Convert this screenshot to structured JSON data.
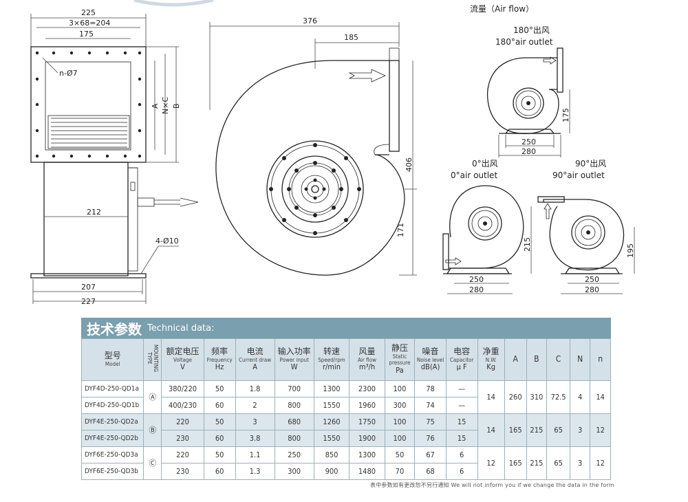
{
  "drawing": {
    "airflow_label": "流量（Air flow）",
    "dims_front": {
      "w225": "225",
      "w3x68": "3×68=204",
      "w175": "175",
      "hole": "n-Ø7",
      "a": "A",
      "nxc": "N×C",
      "b": "B",
      "w212": "212",
      "foot": "4-Ø10",
      "w207": "207",
      "w227": "227"
    },
    "dims_side": {
      "w376": "376",
      "w185": "185",
      "h406": "406",
      "h171": "171"
    },
    "outlet180": {
      "cn": "180°出风",
      "en": "180°air outlet",
      "h": "175",
      "w1": "250",
      "w2": "280"
    },
    "outlet0": {
      "cn": "0°出风",
      "en": "0°air outlet",
      "h": "215",
      "w1": "250",
      "w2": "280"
    },
    "outlet90": {
      "cn": "90°出风",
      "en": "90°air outlet",
      "h": "195",
      "w1": "250",
      "w2": "280"
    }
  },
  "table": {
    "title_cn": "技术参数",
    "title_en": "Technical data:",
    "headers": [
      {
        "cn": "型号",
        "en": "Model",
        "unit": ""
      },
      {
        "cn": "",
        "en": "MOUNTING TYPE",
        "unit": ""
      },
      {
        "cn": "额定电压",
        "en": "Voltage",
        "unit": "V"
      },
      {
        "cn": "频率",
        "en": "Frequency",
        "unit": "Hz"
      },
      {
        "cn": "电流",
        "en": "Current draw",
        "unit": "A"
      },
      {
        "cn": "输入功率",
        "en": "Power input",
        "unit": "W"
      },
      {
        "cn": "转速",
        "en": "Speed/rpm",
        "unit": "r/min"
      },
      {
        "cn": "风量",
        "en": "Air flow",
        "unit": "m³/h"
      },
      {
        "cn": "静压",
        "en": "Static pressure",
        "unit": "Pa"
      },
      {
        "cn": "噪音",
        "en": "Noise level",
        "unit": "dB(A)"
      },
      {
        "cn": "电容",
        "en": "Capacitor",
        "unit": "μ F"
      },
      {
        "cn": "净重",
        "en": "N.W.",
        "unit": "Kg"
      },
      {
        "cn": "A",
        "en": "",
        "unit": ""
      },
      {
        "cn": "B",
        "en": "",
        "unit": ""
      },
      {
        "cn": "C",
        "en": "",
        "unit": ""
      },
      {
        "cn": "N",
        "en": "",
        "unit": ""
      },
      {
        "cn": "n",
        "en": "",
        "unit": ""
      }
    ],
    "rows": [
      {
        "model": "DYF4D-250-QD1a",
        "mount": "Ⓐ",
        "voltage": "380/220",
        "freq": "50",
        "current": "1.8",
        "power": "700",
        "speed": "1300",
        "airflow": "2300",
        "pressure": "100",
        "noise": "78",
        "cap": "—",
        "nw": "14",
        "a": "260",
        "b": "310",
        "c": "72.5",
        "n_cap": "4",
        "n_low": "14"
      },
      {
        "model": "DYF4D-250-QD1b",
        "voltage": "400/230",
        "freq": "60",
        "current": "2",
        "power": "800",
        "speed": "1550",
        "airflow": "1960",
        "pressure": "300",
        "noise": "74",
        "cap": "—"
      },
      {
        "model": "DYF4E-250-QD2a",
        "mount": "Ⓑ",
        "voltage": "220",
        "freq": "50",
        "current": "3",
        "power": "680",
        "speed": "1260",
        "airflow": "1750",
        "pressure": "100",
        "noise": "75",
        "cap": "15",
        "nw": "14",
        "a": "165",
        "b": "215",
        "c": "65",
        "n_cap": "3",
        "n_low": "12"
      },
      {
        "model": "DYF4E-250-QD2b",
        "voltage": "230",
        "freq": "60",
        "current": "3.8",
        "power": "800",
        "speed": "1550",
        "airflow": "1900",
        "pressure": "100",
        "noise": "76",
        "cap": "15"
      },
      {
        "model": "DYF6E-250-QD3a",
        "mount": "Ⓒ",
        "voltage": "220",
        "freq": "50",
        "current": "1.1",
        "power": "250",
        "speed": "850",
        "airflow": "1300",
        "pressure": "50",
        "noise": "67",
        "cap": "6",
        "nw": "12",
        "a": "165",
        "b": "215",
        "c": "65",
        "n_cap": "3",
        "n_low": "12"
      },
      {
        "model": "DYF6E-250-QD3b",
        "voltage": "230",
        "freq": "60",
        "current": "1.3",
        "power": "300",
        "speed": "900",
        "airflow": "1480",
        "pressure": "70",
        "noise": "68",
        "cap": "6"
      }
    ],
    "footnote": "表中参数如有更改恕不另行通知 We will not inform you if we change the data in the form"
  }
}
